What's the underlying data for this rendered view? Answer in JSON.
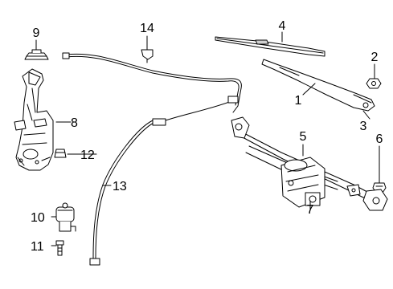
{
  "callouts": {
    "c1": "1",
    "c2": "2",
    "c3": "3",
    "c4": "4",
    "c5": "5",
    "c6": "6",
    "c7": "7",
    "c8": "8",
    "c9": "9",
    "c10": "10",
    "c11": "11",
    "c12": "12",
    "c13": "13",
    "c14": "14"
  },
  "colors": {
    "line": "#000000",
    "part_fill": "#ffffff",
    "shade": "#cfcfcf"
  }
}
